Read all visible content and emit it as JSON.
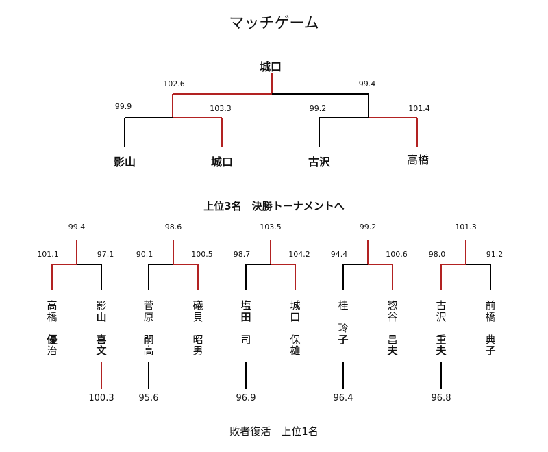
{
  "title": "マッチゲーム",
  "colors": {
    "winner": "#b22222",
    "other": "#000000"
  },
  "top": {
    "champion": "城口",
    "left_semi": {
      "score": "102.6",
      "winner_side": "right",
      "left": {
        "name": "影山",
        "score": "99.9"
      },
      "right": {
        "name": "城口",
        "score": "103.3"
      }
    },
    "right_semi": {
      "score": "99.4",
      "winner_side": "right",
      "left": {
        "name": "古沢",
        "score": "99.2"
      },
      "right": {
        "name": "高橋",
        "score": "101.4"
      }
    }
  },
  "advance_heading": "上位3名　決勝トーナメントへ",
  "groups": [
    {
      "top_score": "99.4",
      "winner_side": "left",
      "left": {
        "name": "高橋優治",
        "lines": [
          "高",
          "橋",
          "",
          "優",
          "治"
        ],
        "score": "101.1"
      },
      "right": {
        "name": "影山喜文",
        "lines": [
          "影",
          "山",
          "",
          "喜",
          "文"
        ],
        "score": "97.1"
      },
      "final": {
        "score": "100.3",
        "color": "red"
      }
    },
    {
      "top_score": "98.6",
      "winner_side": "right",
      "left": {
        "name": "菅原嗣高",
        "lines": [
          "菅",
          "原",
          "",
          "嗣",
          "高"
        ],
        "score": "90.1"
      },
      "right": {
        "name": "礒貝昭男",
        "lines": [
          "礒",
          "貝",
          "",
          "昭",
          "男"
        ],
        "score": "100.5"
      },
      "final": {
        "score": "95.6",
        "color": "black"
      }
    },
    {
      "top_score": "103.5",
      "winner_side": "right",
      "left": {
        "name": "塩田司",
        "lines": [
          "塩",
          "田",
          "",
          "司",
          ""
        ],
        "score": "98.7"
      },
      "right": {
        "name": "城口保雄",
        "lines": [
          "城",
          "口",
          "",
          "保",
          "雄"
        ],
        "score": "104.2"
      },
      "final": {
        "score": "96.9",
        "color": "black"
      }
    },
    {
      "top_score": "99.2",
      "winner_side": "right",
      "left": {
        "name": "桂玲子",
        "lines": [
          "桂",
          "",
          "玲",
          "子",
          ""
        ],
        "score": "94.4"
      },
      "right": {
        "name": "惣谷昌夫",
        "lines": [
          "惣",
          "谷",
          "",
          "昌",
          "夫"
        ],
        "score": "100.6"
      },
      "final": {
        "score": "96.4",
        "color": "black"
      }
    },
    {
      "top_score": "101.3",
      "winner_side": "left",
      "left": {
        "name": "古沢重夫",
        "lines": [
          "古",
          "沢",
          "",
          "重",
          "夫"
        ],
        "score": "98.0"
      },
      "right": {
        "name": "前橋典子",
        "lines": [
          "前",
          "橋",
          "",
          "典",
          "子"
        ],
        "score": "91.2"
      },
      "final": {
        "score": "96.8",
        "color": "black"
      }
    }
  ],
  "repechage_heading": "敗者復活　上位1名"
}
